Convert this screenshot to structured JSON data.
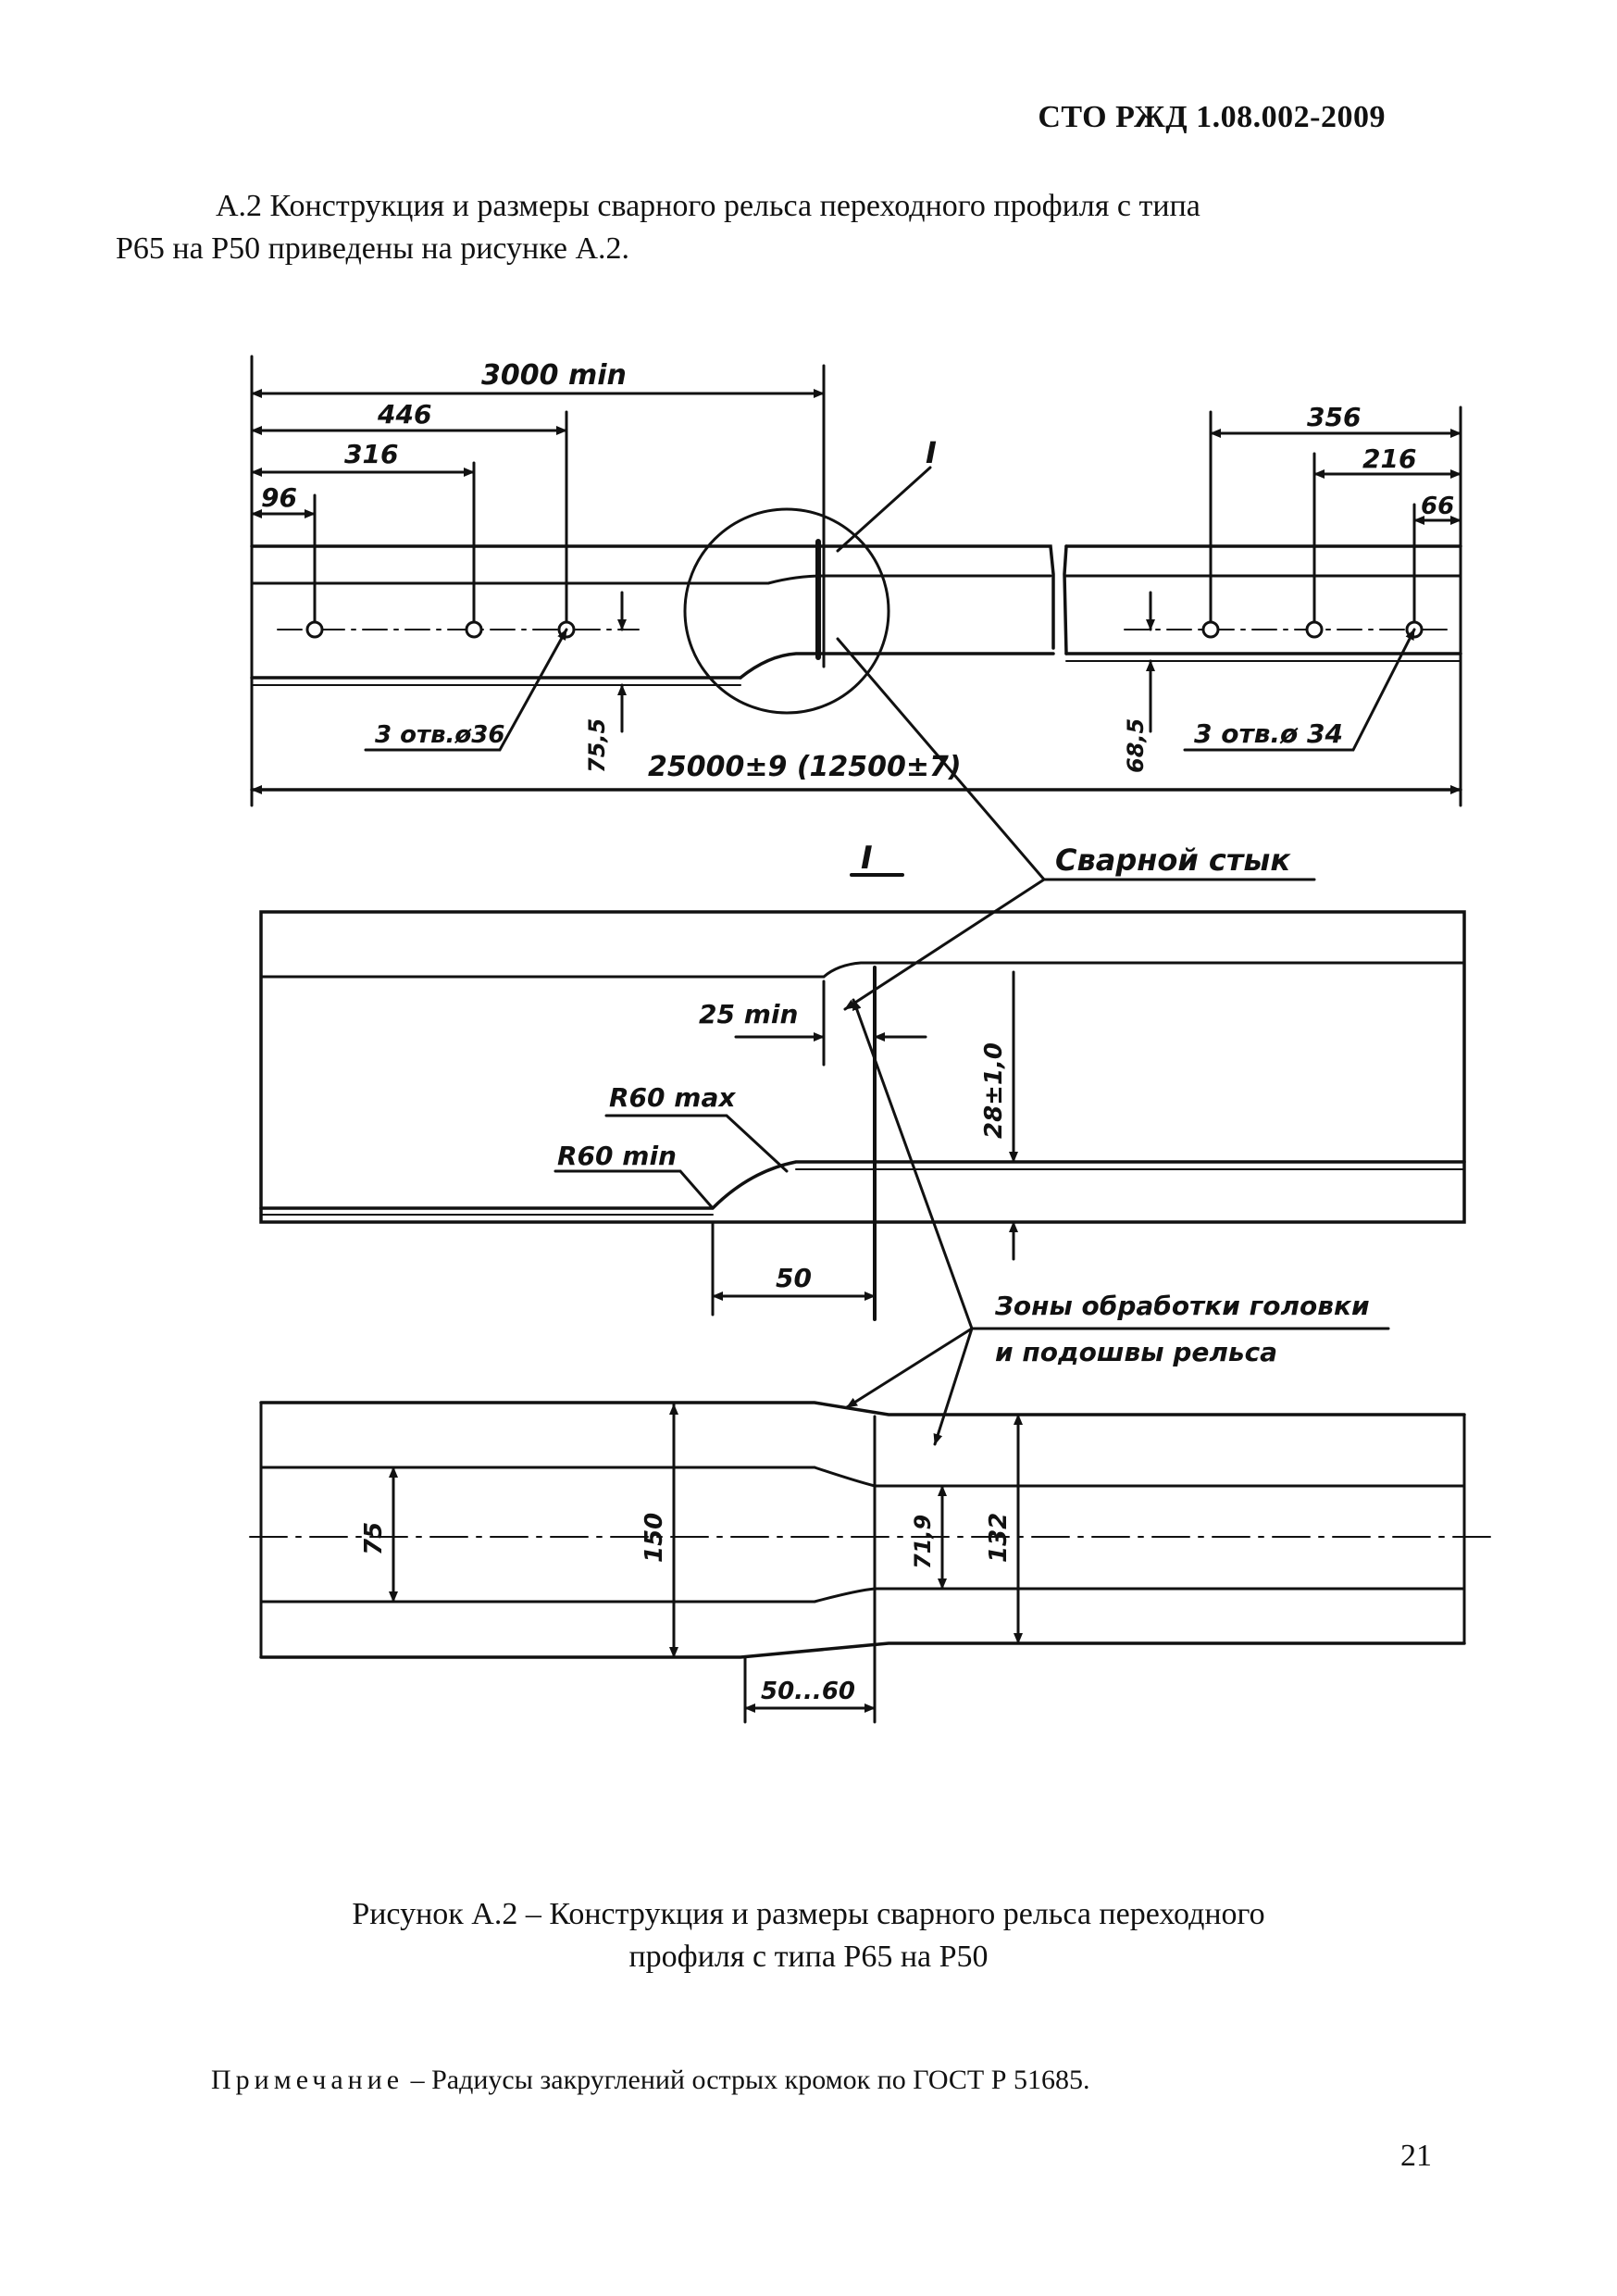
{
  "header": {
    "code": "СТО РЖД 1.08.002-2009"
  },
  "intro": {
    "line1": "А.2 Конструкция и размеры сварного рельса переходного профиля с типа",
    "line2": "Р65 на Р50 приведены на рисунке А.2."
  },
  "figure": {
    "labels": {
      "d3000": "3000 min",
      "d446": "446",
      "d316": "316",
      "d96": "96",
      "d356": "356",
      "d216": "216",
      "d66": "66",
      "detail_mark": "I",
      "holes_left": "3 отв.ø36",
      "holes_right": "3 отв.ø 34",
      "h75_5": "75,5",
      "h68_5": "68,5",
      "length": "25000±9 (12500±7)",
      "detail_title": "I",
      "weld": "Сварной стык",
      "d25min": "25 min",
      "r60max": "R60 max",
      "r60min": "R60 min",
      "d28": "28±1,0",
      "d50": "50",
      "zones_line1": "Зоны обработки головки",
      "zones_line2": "и подошвы рельса",
      "d75": "75",
      "d150": "150",
      "d71_9": "71,9",
      "d132": "132",
      "d50_60": "50...60"
    }
  },
  "caption": {
    "line1": "Рисунок А.2 – Конструкция и размеры сварного рельса переходного",
    "line2": "профиля с типа Р65 на Р50"
  },
  "note": {
    "label": "Примечание",
    "text": " – Радиусы закруглений острых кромок по ГОСТ Р 51685."
  },
  "page_number": "21"
}
